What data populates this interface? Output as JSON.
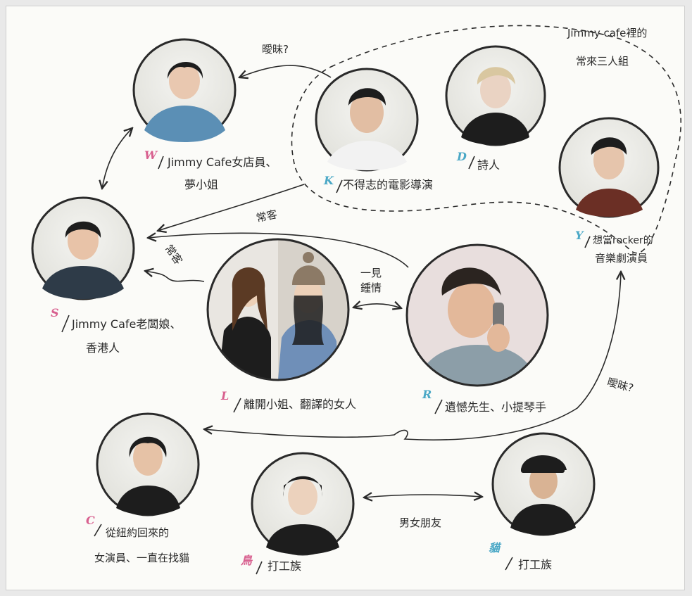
{
  "colors": {
    "ink": "#2a2a2a",
    "initial_pink": "#d8608f",
    "initial_blue": "#4aa8c6",
    "portrait_bg": "#eeeeea"
  },
  "group_note": {
    "line1": "Jimmy cafe裡的",
    "line2": "常來三人組"
  },
  "people": {
    "w": {
      "initial": "W",
      "line1": "Jimmy Cafe女店員、",
      "line2": "夢小姐"
    },
    "k": {
      "initial": "K",
      "line1": "不得志的電影導演"
    },
    "d": {
      "initial": "D",
      "line1": "詩人"
    },
    "y": {
      "initial": "Y",
      "line1": "想當rocker的",
      "line2": "音樂劇演員"
    },
    "s": {
      "initial": "S",
      "line1": "Jimmy Cafe老闆娘、",
      "line2": "香港人"
    },
    "l": {
      "initial": "L",
      "line1": "離開小姐、翻譯的女人"
    },
    "r": {
      "initial": "R",
      "line1": "遺憾先生、小提琴手"
    },
    "c": {
      "initial": "C",
      "line1": "從紐約回來的",
      "line2": "女演員、一直在找貓"
    },
    "bird": {
      "initial": "鳥",
      "line1": "打工族"
    },
    "cat": {
      "initial": "貓",
      "line1": "打工族"
    }
  },
  "relations": {
    "k_w": "曖昧?",
    "k_s": "常客",
    "l_s": "常客",
    "l_r_1": "一見",
    "l_r_2": "鍾情",
    "r_y": "曖昧?",
    "bird_cat": "男女朋友"
  }
}
